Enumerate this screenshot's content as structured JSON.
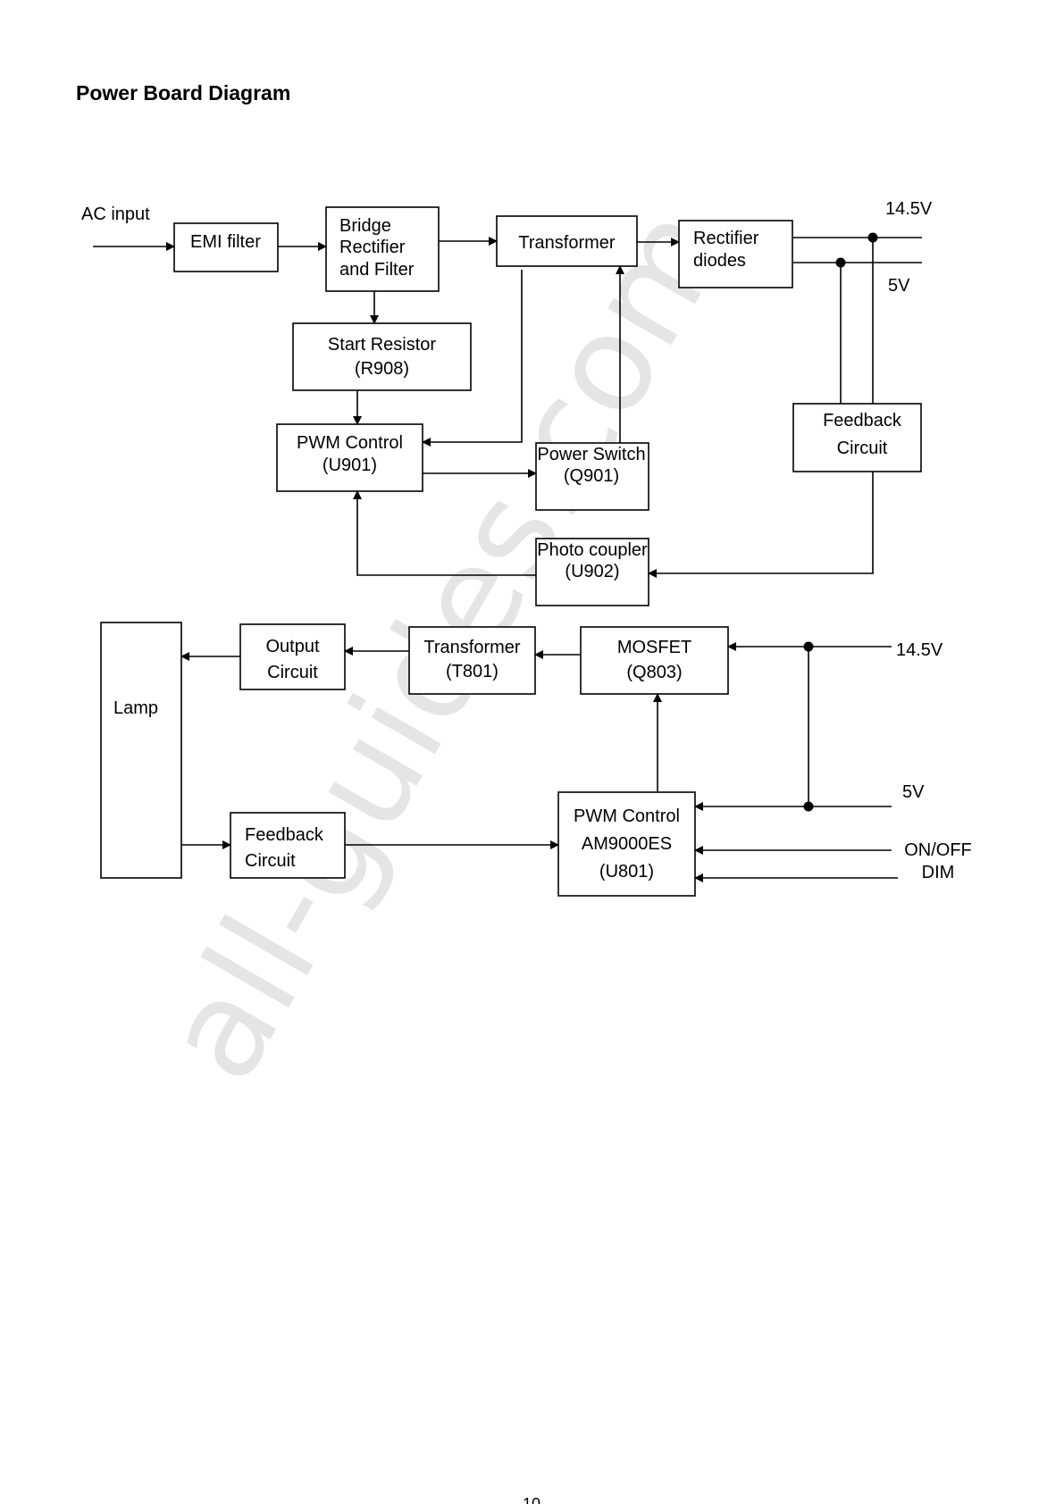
{
  "page": {
    "title": "Power Board Diagram",
    "page_number": "10"
  },
  "watermark": "all-guides.com",
  "top": {
    "ac_input": "AC input",
    "emi_filter": "EMI filter",
    "bridge_rectifier": [
      "Bridge",
      "Rectifier",
      "and Filter"
    ],
    "transformer": "Transformer",
    "rectifier_diodes": [
      "Rectifier",
      "diodes"
    ],
    "out_14v5": "14.5V",
    "out_5v": "5V",
    "start_resistor": [
      "Start Resistor",
      "(R908)"
    ],
    "pwm_control": [
      "PWM Control",
      "(U901)"
    ],
    "power_switch": [
      "Power Switch",
      "(Q901)"
    ],
    "feedback_circuit": [
      "Feedback",
      "Circuit"
    ],
    "photo_coupler": [
      "Photo coupler",
      "(U902)"
    ]
  },
  "bottom": {
    "lamp": "Lamp",
    "output_circuit": [
      "Output",
      "Circuit"
    ],
    "transformer": [
      "Transformer",
      "(T801)"
    ],
    "mosfet": [
      "MOSFET",
      "(Q803)"
    ],
    "in_14v5": "14.5V",
    "in_5v": "5V",
    "on_off": "ON/OFF",
    "dim": "DIM",
    "pwm_control": [
      "PWM Control",
      "AM9000ES",
      "(U801)"
    ],
    "feedback_circuit": [
      "Feedback",
      "Circuit"
    ]
  }
}
